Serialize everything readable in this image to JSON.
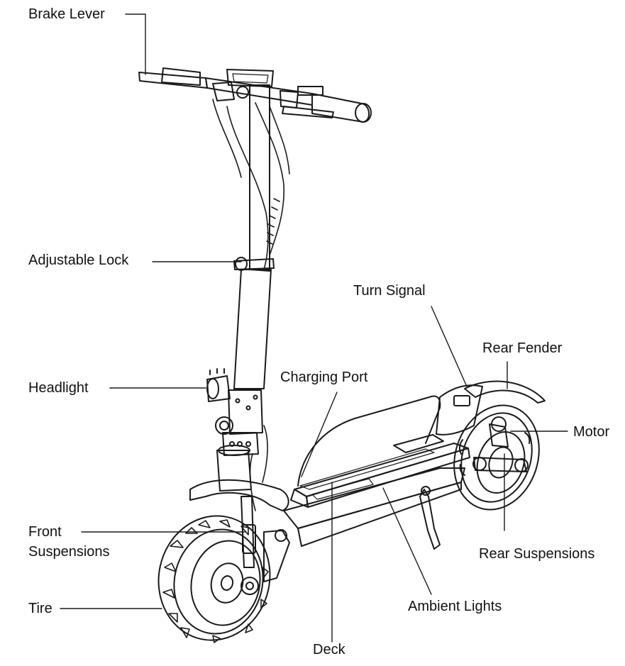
{
  "labels": {
    "brake_lever": "Brake Lever",
    "adjustable_lock": "Adjustable Lock",
    "headlight": "Headlight",
    "front_suspensions_line1": "Front",
    "front_suspensions_line2": "Suspensions",
    "tire": "Tire",
    "deck": "Deck",
    "ambient_lights": "Ambient Lights",
    "charging_port": "Charging Port",
    "turn_signal": "Turn Signal",
    "rear_fender": "Rear Fender",
    "motor": "Motor",
    "rear_suspensions": "Rear Suspensions"
  },
  "colors": {
    "line": "#1a1a1a",
    "background": "#ffffff",
    "text": "#111111"
  }
}
